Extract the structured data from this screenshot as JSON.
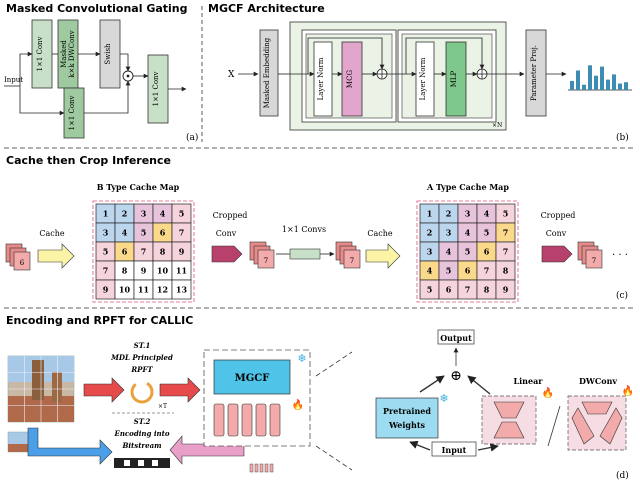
{
  "masked_gating": {
    "title": "Masked Convolutional Gating",
    "input": "Input",
    "conv1": "1×1 Conv",
    "dwconv_a": "Masked",
    "dwconv_b": "k×k DWConv",
    "swish": "Swish",
    "conv_bottom": "1×1 Conv",
    "conv_right": "1×1 Conv",
    "panel": "(a)"
  },
  "mgcf": {
    "title": "MGCF Architecture",
    "x": "X",
    "embed": "Masked Embedding",
    "ln1": "Layer Norm",
    "mcg": "MCG",
    "ln2": "Layer Norm",
    "mlp": "MLP",
    "proj": "Parameter Proj.",
    "times": "×N",
    "panel": "(b)",
    "histogram": [
      0.35,
      0.75,
      0.2,
      0.95,
      0.55,
      0.9,
      0.4,
      0.6,
      0.25,
      0.3
    ]
  },
  "cache": {
    "title": "Cache then Crop Inference",
    "b_title": "B Type Cache Map",
    "a_title": "A Type Cache Map",
    "cache_label": "Cache",
    "cropped": "Cropped",
    "conv": "Conv",
    "convs": "1×1 Convs",
    "dots": "· · ·",
    "panel": "(c)",
    "six": "6",
    "seven": "7",
    "b_grid": [
      [
        "1",
        "2",
        "3",
        "4",
        "5"
      ],
      [
        "3",
        "4",
        "5",
        "6",
        "7"
      ],
      [
        "5",
        "6",
        "7",
        "8",
        "9"
      ],
      [
        "7",
        "8",
        "9",
        "10",
        "11"
      ],
      [
        "9",
        "10",
        "11",
        "12",
        "13"
      ]
    ],
    "a_grid": [
      [
        "1",
        "2",
        "3",
        "4",
        "5"
      ],
      [
        "2",
        "3",
        "4",
        "5",
        "7"
      ],
      [
        "3",
        "4",
        "5",
        "6",
        "7"
      ],
      [
        "4",
        "5",
        "6",
        "7",
        "8"
      ],
      [
        "5",
        "6",
        "7",
        "8",
        "9"
      ]
    ]
  },
  "encoding": {
    "title": "Encoding and RPFT for CALLIC",
    "st1": "ST.1",
    "mdl": "MDL Principled",
    "rpft": "RPFT",
    "times_t": "×T",
    "st2": "ST.2",
    "enc_into": "Encoding into",
    "bitstream": "Bitstream",
    "mgcf": "MGCF",
    "output": "Output",
    "plus": "⊕",
    "pretrained_a": "Pretrained",
    "pretrained_b": "Weights",
    "linear": "Linear",
    "dwconv": "DWConv",
    "input": "Input",
    "panel": "(d)"
  }
}
